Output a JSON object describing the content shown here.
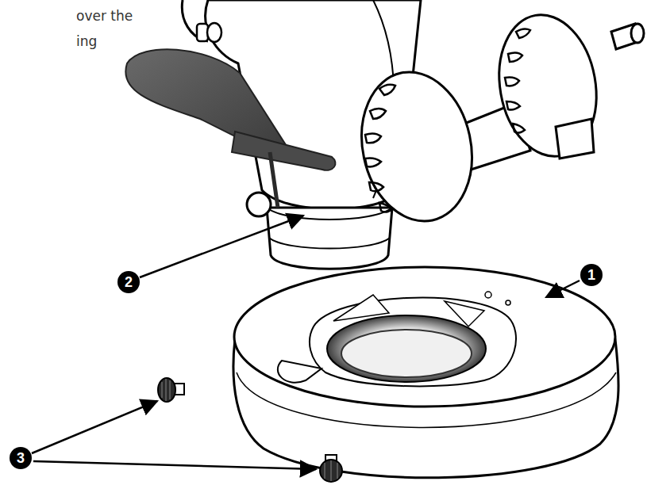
{
  "diagram": {
    "labels": [
      "over the",
      "ing",
      "1",
      "2",
      "3"
    ]
  }
}
